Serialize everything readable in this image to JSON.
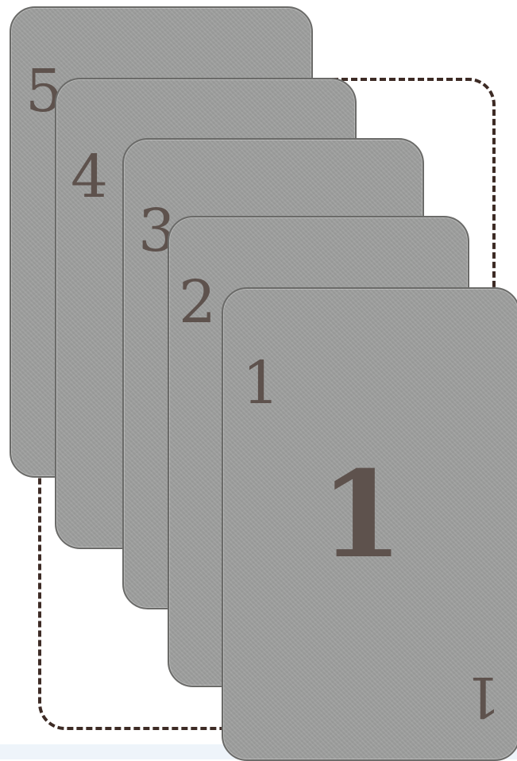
{
  "cards": [
    {
      "rank": "5"
    },
    {
      "rank": "4"
    },
    {
      "rank": "3"
    },
    {
      "rank": "2"
    },
    {
      "rank": "1",
      "center": "1",
      "bottom_corner": "1"
    }
  ],
  "colors": {
    "card_fill": "#9c9d9c",
    "card_border": "#6b6b69",
    "ink": "#5e524d",
    "dashed_outline": "#3d2b25"
  }
}
